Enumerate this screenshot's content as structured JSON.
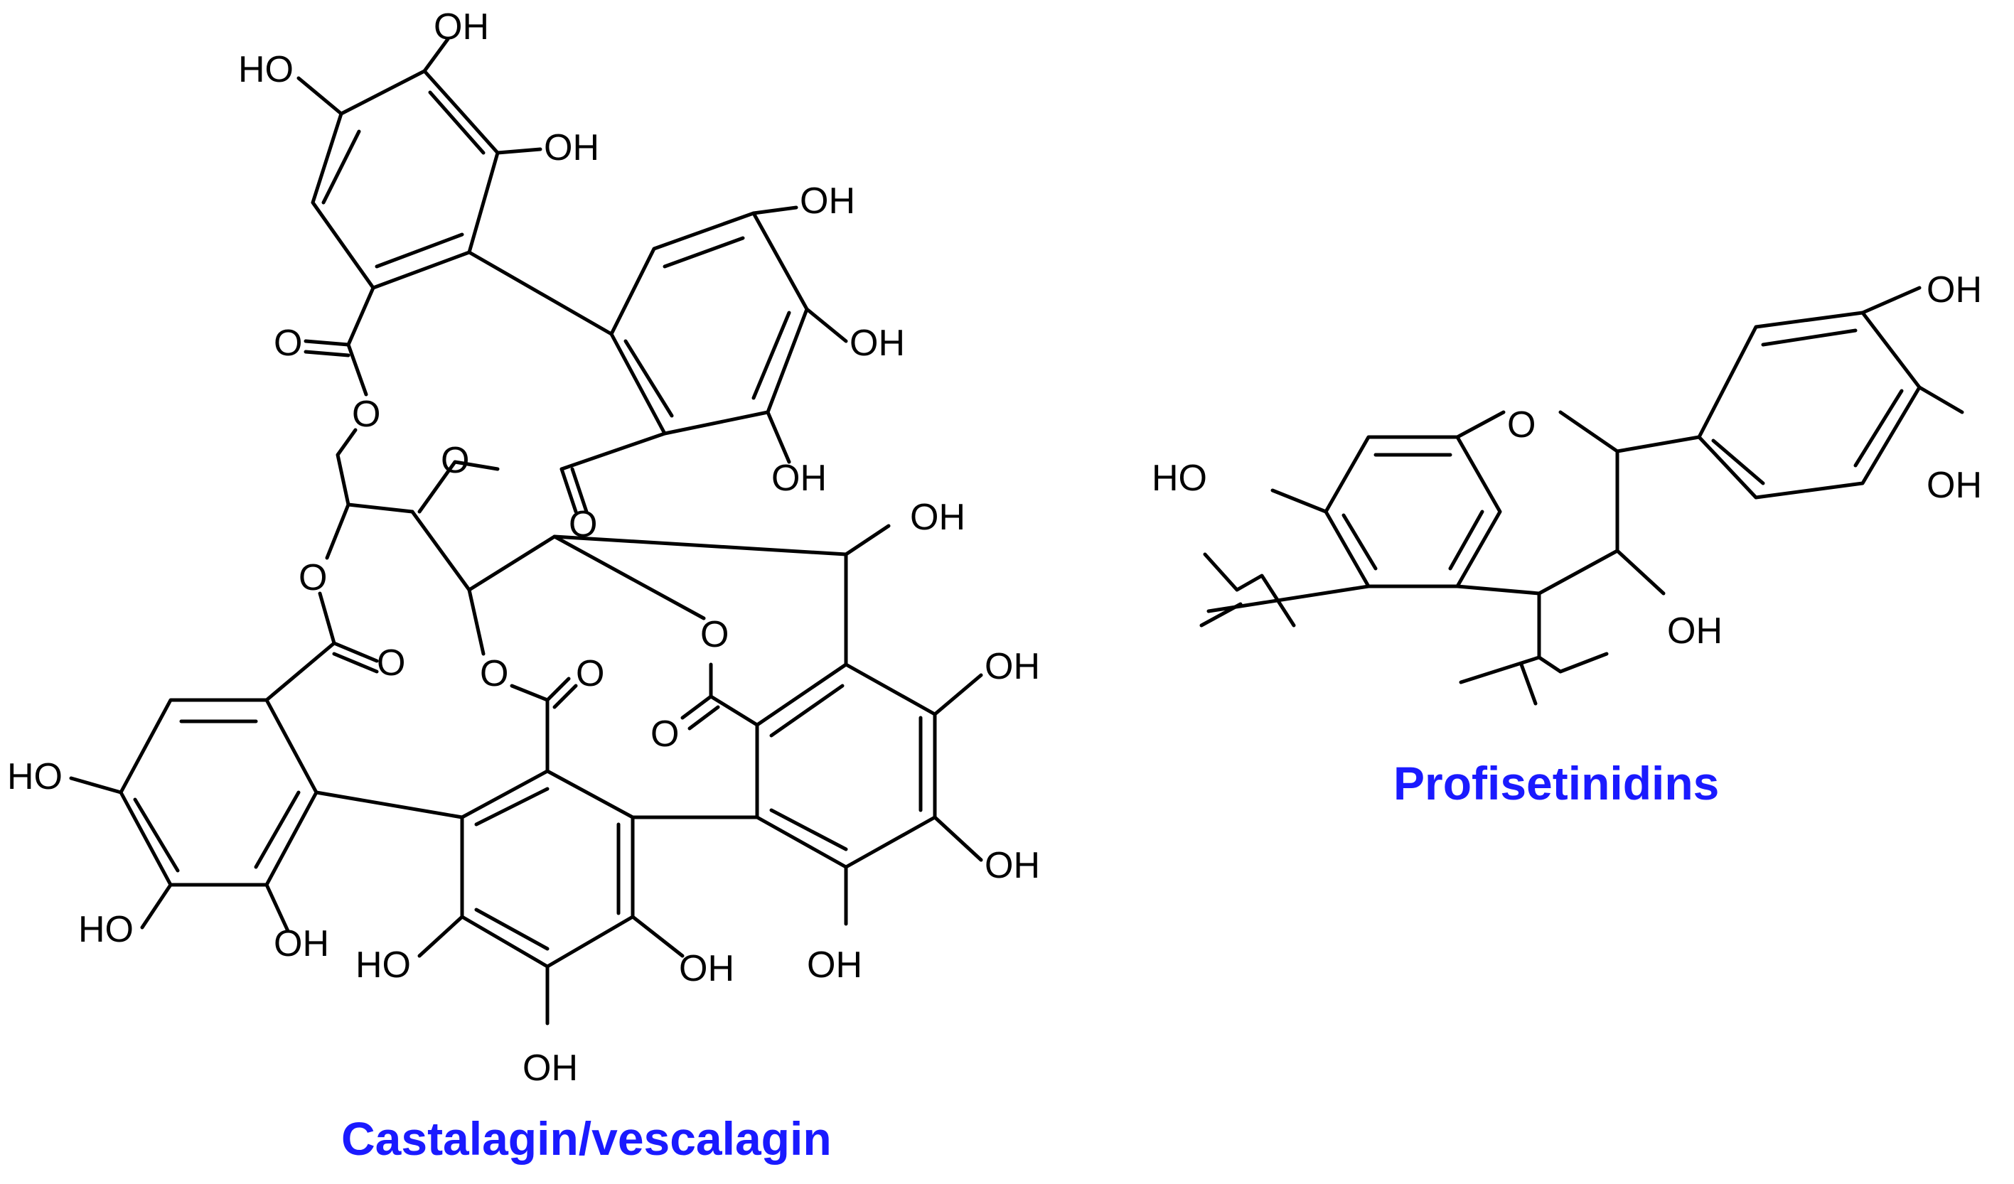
{
  "figure": {
    "label_color": "#1a1aff",
    "molecules": [
      {
        "name": "Castalagin/vescalagin",
        "oh_label": "OH",
        "ho_label": "HO",
        "o_label": "O"
      },
      {
        "name": "Profisetinidins",
        "oh_label": "OH",
        "ho_label": "HO",
        "o_label": "O"
      }
    ]
  }
}
